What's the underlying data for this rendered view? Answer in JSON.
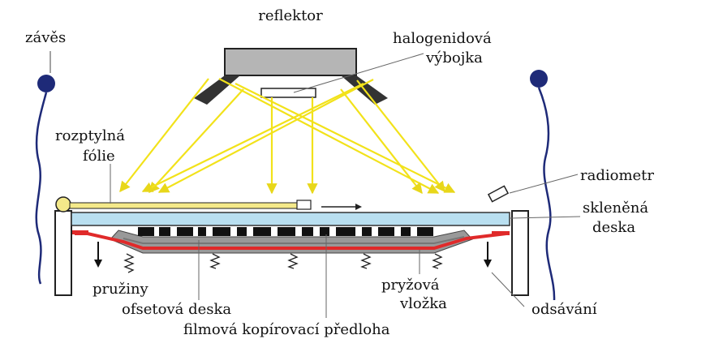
{
  "labels": {
    "reflektor": "reflektor",
    "zaves": "závěs",
    "halogen_1": "halogenidová",
    "halogen_2": "výbojka",
    "rozptylna_1": "rozptylná",
    "rozptylna_2": "fólie",
    "radiometr": "radiometr",
    "sklenena_1": "skleněná",
    "sklenena_2": "deska",
    "pruziny": "pružiny",
    "ofsetova": "ofsetová deska",
    "filmova": "filmová kopírovací předloha",
    "pryzova_1": "pryžová",
    "pryzova_2": "vložka",
    "odsavani": "odsávání"
  },
  "colors": {
    "light_rays": "#f2e21a",
    "glass": "#b9dff0",
    "plate": "#e02a2a",
    "reflector": "#b5b5b5",
    "curtain_knob": "#1e2a78",
    "curtain_cord": "#1e2a78",
    "film_dark": "#111111",
    "rubber": "#999999"
  }
}
